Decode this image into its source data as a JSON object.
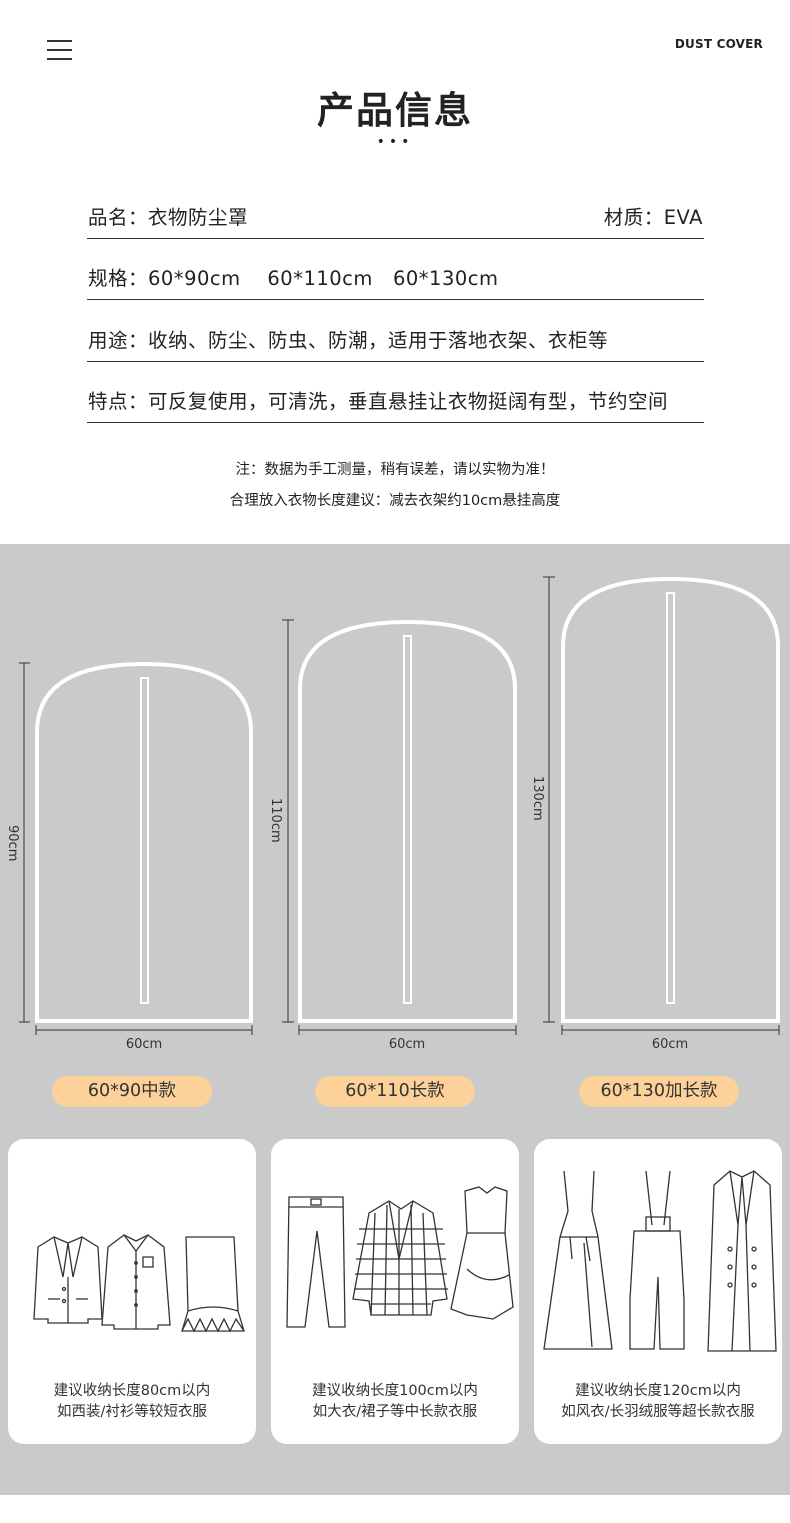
{
  "header": {
    "brand": "DUST COVER",
    "title": "产品信息",
    "dots": "•••"
  },
  "info": {
    "name": "品名：衣物防尘罩",
    "material": "材质：EVA",
    "size": "规格：60*90cm    60*110cm   60*130cm",
    "usage": "用途：收纳、防尘、防虫、防潮，适用于落地衣架、衣柜等",
    "feature": "特点：可反复使用，可清洗，垂直悬挂让衣物挺阔有型，节约空间"
  },
  "notes": {
    "line1": "注：数据为手工测量，稍有误差，请以实物为准！",
    "line2": "合理放入衣物长度建议：减去衣架约10cm悬挂高度"
  },
  "colors": {
    "panel": "#cacaca",
    "tag": "#fdd19a",
    "card": "#ffffff"
  },
  "covers": [
    {
      "height_label": "90cm",
      "width_label": "60cm",
      "tag": "60*90中款",
      "advice1": "建议收纳长度80cm以内",
      "advice2": "如西装/衬衫等较短衣服",
      "icons": [
        "suit-jacket-icon",
        "shirt-icon",
        "skirt-icon"
      ]
    },
    {
      "height_label": "110cm",
      "width_label": "60cm",
      "tag": "60*110长款",
      "advice1": "建议收纳长度100cm以内",
      "advice2": "如大衣/裙子等中长款衣服",
      "icons": [
        "trousers-icon",
        "plaid-coat-icon",
        "dress-icon"
      ]
    },
    {
      "height_label": "130cm",
      "width_label": "60cm",
      "tag": "60*130加长款",
      "advice1": "建议收纳长度120cm以内",
      "advice2": "如风衣/长羽绒服等超长款衣服",
      "icons": [
        "long-dress-icon",
        "overalls-icon",
        "trench-coat-icon"
      ]
    }
  ]
}
